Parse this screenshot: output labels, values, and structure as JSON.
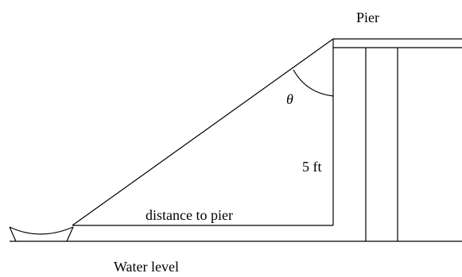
{
  "labels": {
    "pier": "Pier",
    "theta": "θ",
    "height": "5 ft",
    "distance": "distance to pier",
    "water_level": "Water level"
  },
  "colors": {
    "line": "#000000",
    "background": "#ffffff"
  }
}
